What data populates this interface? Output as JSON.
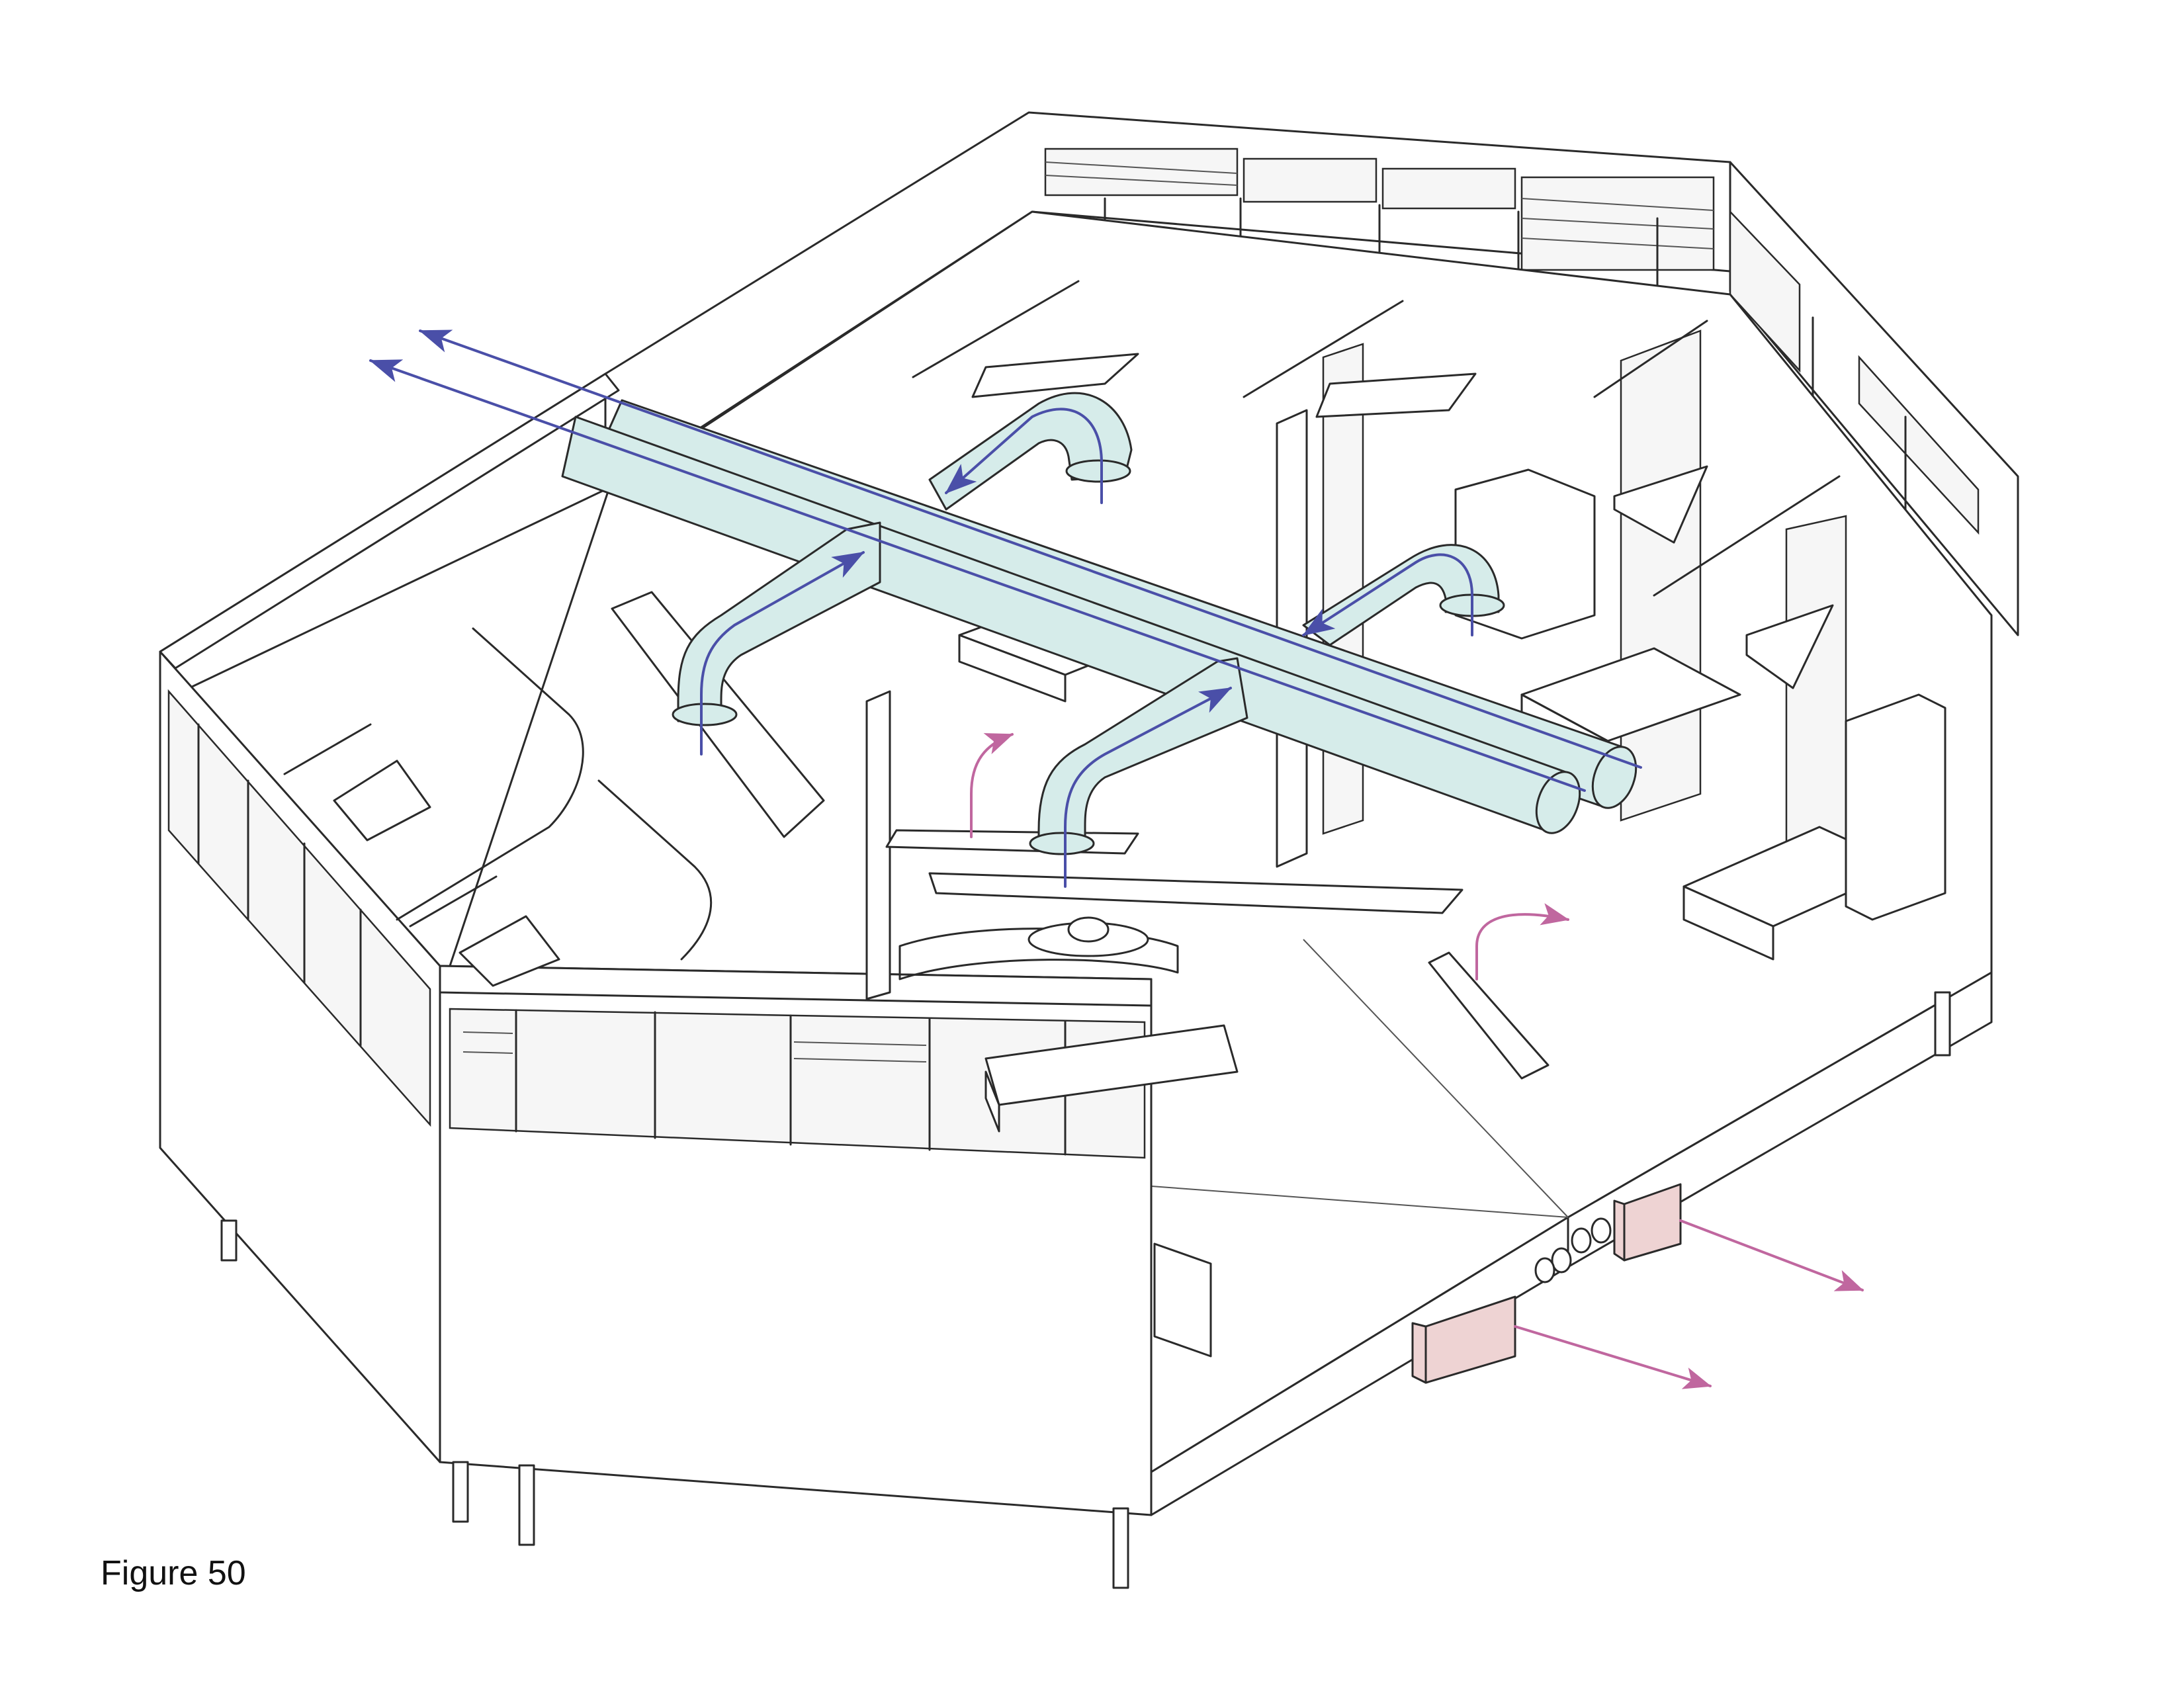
{
  "figure": {
    "caption": "Figure 50"
  },
  "colors": {
    "duct_fill": "#d6ecea",
    "supply_arrow": "#4a4fa8",
    "exhaust_arrow": "#c0679f",
    "exhaust_box": "#eed3d3",
    "line": "#2a2a2a"
  },
  "icons": [
    "supply-air-arrow",
    "exhaust-air-arrow",
    "hospital-bed",
    "ceiling-duct",
    "floor-exhaust-duct"
  ]
}
